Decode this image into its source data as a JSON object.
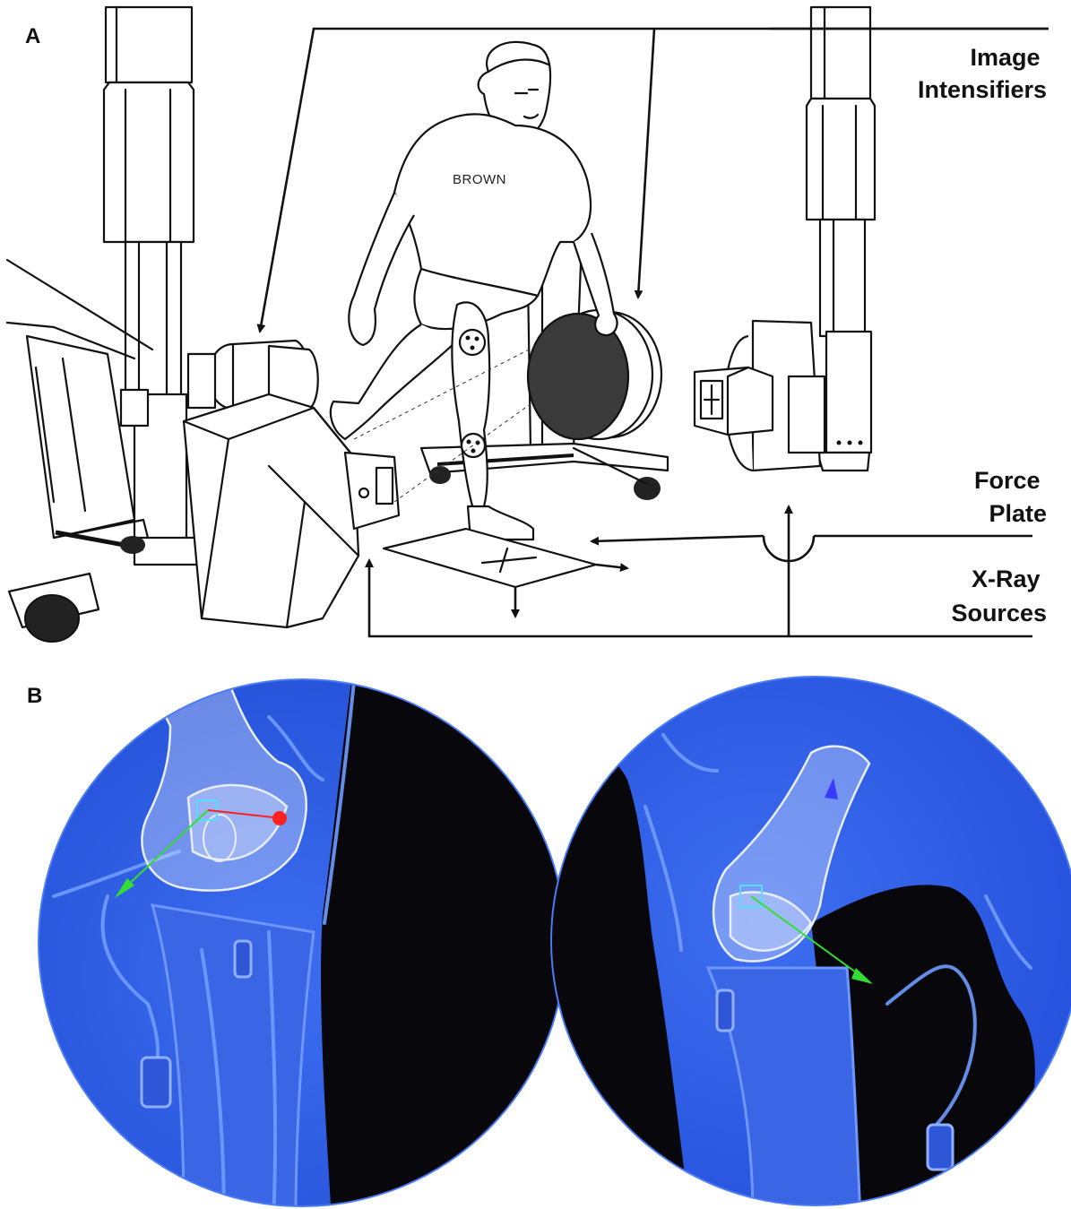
{
  "panel_a": {
    "letter": "A",
    "labels": {
      "image_intensifiers": [
        "Image",
        "Intensifiers"
      ],
      "force_plate": [
        "Force",
        "Plate"
      ],
      "xray_sources": [
        "X-Ray",
        "Sources"
      ]
    },
    "shirt_text": "BROWN"
  },
  "panel_b": {
    "letter": "B",
    "colors": {
      "fluoro_blue": "#2f5fe8",
      "dark_field": "#07070c",
      "bone_overlay": "#e8eeff",
      "axis_red": "#ff2020",
      "axis_green": "#33dd33",
      "axis_blue": "#3a3aff",
      "axis_box": "#55ddff"
    },
    "views": [
      "left-knee-view",
      "right-knee-view"
    ]
  }
}
